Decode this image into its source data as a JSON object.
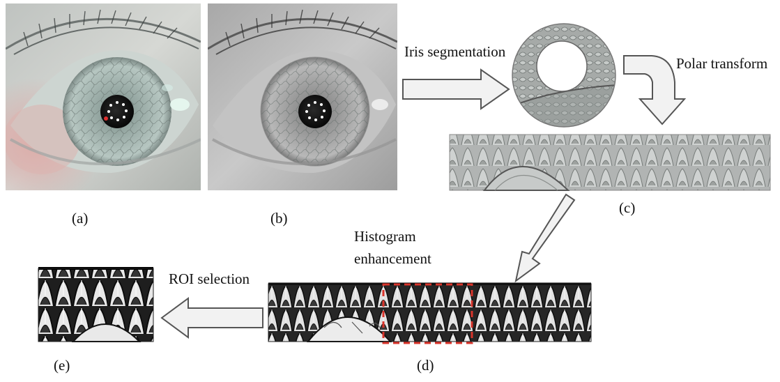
{
  "labels": {
    "a": "(a)",
    "b": "(b)",
    "c": "(c)",
    "d": "(d)",
    "e": "(e)"
  },
  "steps": {
    "iris_segmentation": "Iris segmentation",
    "polar_transform": "Polar transform",
    "histogram_line1": "Histogram",
    "histogram_line2": "enhancement",
    "roi_selection": "ROI selection"
  },
  "colors": {
    "arrow_fill": "#f2f2f2",
    "arrow_stroke": "#555555",
    "roi_box": "#d9342b",
    "iris_tint": "#b9c4c0",
    "sclera_tint": "#d4d4d0",
    "skin_pink": "#d9b1ad"
  }
}
